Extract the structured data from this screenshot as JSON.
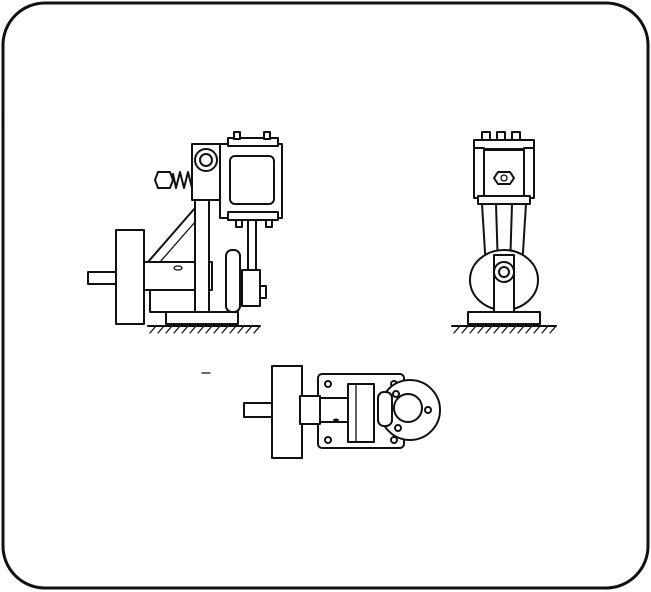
{
  "figure": {
    "views": [
      "side-elevation",
      "front-elevation",
      "top-plan"
    ],
    "colors": {
      "ink": "#111111",
      "paper": "#ffffff"
    }
  }
}
